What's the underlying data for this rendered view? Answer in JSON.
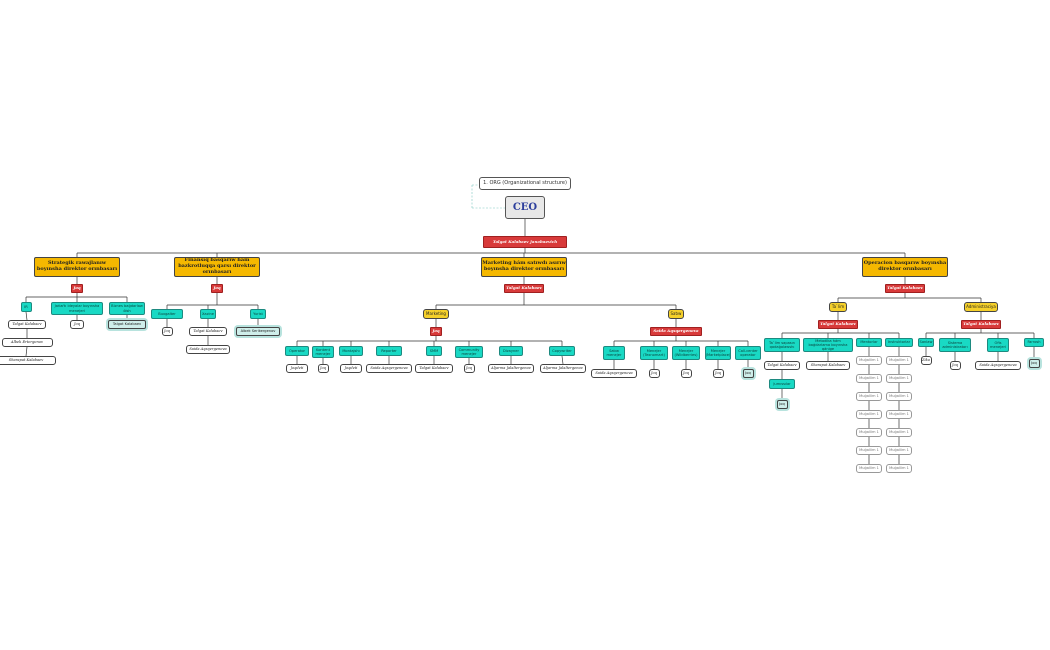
{
  "diagram": {
    "note": "1. ORG (Organizational structure)",
    "root": "CEO",
    "root_person": "Talgat Kalabaev Janabaevich",
    "branches": [
      {
        "title": "Strategik rawajlanıw boyınsha direktor orınbasarı",
        "person": "Joq",
        "children": [
          {
            "label": "IR",
            "people": [
              "Talgat Kalabaev",
              "Albek Ertergenov",
              "Sharapat Kalabaev"
            ]
          },
          {
            "label": "Jańaŕtı ideyalar boyınsha menejeri",
            "people": [
              "Joq"
            ]
          },
          {
            "label": "Biznes baǵdarlaw ólsh",
            "people": [
              "Talgat Kalabaev"
            ]
          }
        ]
      },
      {
        "title": "Finansıq basqarıw hám bazkrotluqqa qarsı direktor orınbasarı",
        "person": "Joq",
        "children": [
          {
            "label": "Buxgalter",
            "people": [
              "Joq"
            ]
          },
          {
            "label": "Xazine",
            "people": [
              "Talgat Kalabaev",
              "Saida Aqsqergenova"
            ]
          },
          {
            "label": "Yurist",
            "people": [
              "Albek Serikergenov"
            ]
          }
        ]
      },
      {
        "title": "Marketing hám satıwdı asırıw boyınsha direktor orınbasarı",
        "person": "Talgat Kalabaev",
        "groups": [
          {
            "label": "Marketing",
            "person": "Joq",
            "children": [
              {
                "label": "Operator",
                "people": [
                  "Joqdeti"
                ]
              },
              {
                "label": "Kontent menejer",
                "people": [
                  "Joq"
                ]
              },
              {
                "label": "Montajshı",
                "people": [
                  "Joqdeti"
                ]
              },
              {
                "label": "Reporter",
                "people": [
                  "Saida Aqsqergenova"
                ]
              },
              {
                "label": "SMM",
                "people": [
                  "Talgat Kalabaev"
                ]
              },
              {
                "label": "Community menejer",
                "people": [
                  "Joq"
                ]
              },
              {
                "label": "Dizayner",
                "people": [
                  "Aljarma Jalaltergenov"
                ]
              },
              {
                "label": "Copywriter",
                "people": [
                  "Aljarma Jalaltergenov"
                ]
              }
            ]
          },
          {
            "label": "Satıw",
            "person": "Saida Aqsqergenova",
            "children": [
              {
                "label": "Satıw menejer",
                "people": [
                  "Saida Aqsqergenova"
                ]
              },
              {
                "label": "Menejer (Texnomart)",
                "people": [
                  "Joq"
                ]
              },
              {
                "label": "Menejer (Wildberries)",
                "people": [
                  "Joq"
                ]
              },
              {
                "label": "Menejer (Marketplace)",
                "people": [
                  "Joq"
                ]
              },
              {
                "label": "Call-center operator",
                "people": [
                  "Joq"
                ]
              }
            ]
          }
        ]
      },
      {
        "title": "Operacion basqarıw boyınsha direktor orınbasarı",
        "person": "Talgat Kalabaev",
        "groups": [
          {
            "label": "Ta`lim",
            "person": "Talgat Kalabaev",
            "children": [
              {
                "label": "Ta`lim sapasın qadaǵalawshı",
                "people": [
                  "Talgat Kalabaev"
                ],
                "sub": {
                  "label": "Jumıssılar",
                  "people": [
                    "Joq"
                  ]
                }
              },
              {
                "label": "Metodika hám baǵdarlama boyınsha qánige",
                "people": [
                  "Sharapat Kalabaev"
                ]
              },
              {
                "label": "Mentorlar",
                "items": [
                  "Muǵallim 1",
                  "Muǵallim 1",
                  "Muǵallim 1",
                  "Muǵallim 1",
                  "Muǵallim 1",
                  "Muǵallim 1",
                  "Muǵallim 1"
                ]
              },
              {
                "label": "Instruktorlar",
                "items": [
                  "Muǵallim 1",
                  "Muǵallim 1",
                  "Muǵallim 1",
                  "Muǵallim 1",
                  "Muǵallim 1",
                  "Muǵallim 1",
                  "Muǵallim 1"
                ]
              }
            ]
          },
          {
            "label": "Administraciya",
            "person": "Talgat Kalabaev",
            "children": [
              {
                "label": "Sanlaw",
                "people": [
                  "Ziko"
                ]
              },
              {
                "label": "Sistema administratorı",
                "people": [
                  "Joq"
                ]
              },
              {
                "label": "Ofis menejeri",
                "people": [
                  "Saida Aqsqergenova"
                ]
              },
              {
                "label": "Farrosh",
                "people": [
                  "Joq"
                ]
              }
            ]
          }
        ]
      }
    ]
  }
}
